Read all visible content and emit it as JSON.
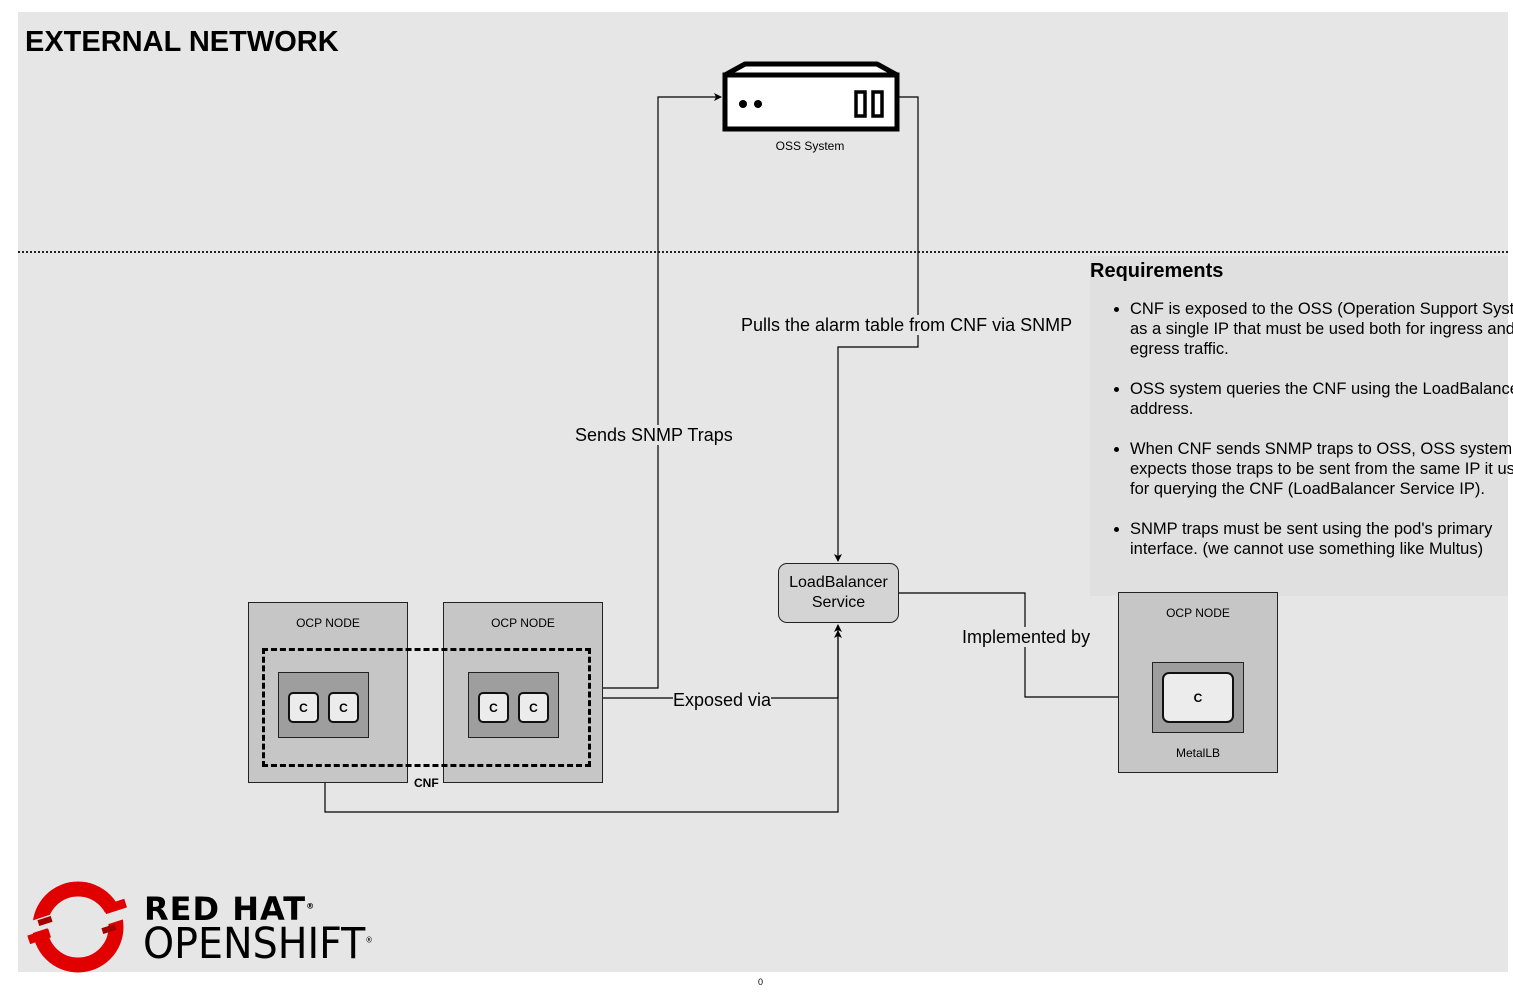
{
  "diagram": {
    "zone_title": "EXTERNAL NETWORK",
    "oss": {
      "label": "OSS System",
      "icon": "server-icon"
    },
    "edges": {
      "pulls": "Pulls the alarm table from CNF via SNMP",
      "sends": "Sends SNMP Traps",
      "exposed": "Exposed via",
      "implemented": "Implemented by"
    },
    "load_balancer": {
      "line1": "LoadBalancer",
      "line2": "Service"
    },
    "nodes": [
      {
        "label": "OCP NODE",
        "containers": [
          "C",
          "C"
        ]
      },
      {
        "label": "OCP NODE",
        "containers": [
          "C",
          "C"
        ]
      },
      {
        "label": "OCP NODE",
        "containers": [
          "C"
        ],
        "caption": "MetalLB"
      }
    ],
    "cnf_label": "CNF",
    "requirements": {
      "title": "Requirements",
      "items": [
        "CNF is exposed to the OSS (Operation Support System) as a single IP that must be used both for ingress and egress traffic.",
        "OSS system queries the CNF using the LoadBalancer IP address.",
        "When CNF sends SNMP traps to OSS, OSS system expects those traps to be sent from the same IP it uses for querying the CNF (LoadBalancer Service IP).",
        "SNMP traps must be sent using the pod's primary interface. (we cannot use something like Multus)"
      ]
    },
    "logo": {
      "line1": "RED HAT",
      "line2": "OPENSHIFT",
      "reg": "®",
      "icon": "openshift-logo-icon"
    },
    "colors": {
      "background": "#e6e6e6",
      "node": "#c6c6c6",
      "pod": "#9e9e9e",
      "logo_red": "#e00000"
    },
    "page_number": "0"
  }
}
